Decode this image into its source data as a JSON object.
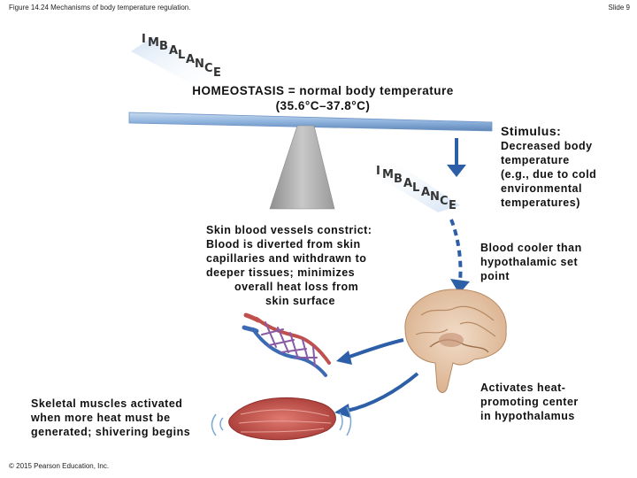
{
  "header": {
    "figure_title": "Figure 14.24 Mechanisms of body temperature regulation.",
    "slide_number": "Slide 9"
  },
  "imbalance_top": [
    "I",
    "M",
    "B",
    "A",
    "L",
    "A",
    "N",
    "C",
    "E"
  ],
  "imbalance_bottom": [
    "I",
    "M",
    "B",
    "A",
    "L",
    "A",
    "N",
    "C",
    "E"
  ],
  "homeostasis": {
    "line1": "HOMEOSTASIS = normal body temperature",
    "line2": "(35.6°C–37.8°C)"
  },
  "stimulus": {
    "title": "Stimulus:",
    "lines": [
      "Decreased body",
      "temperature",
      "(e.g., due to cold",
      "environmental",
      "temperatures)"
    ]
  },
  "receptor": {
    "lines": [
      "Blood cooler than",
      "hypothalamic set",
      "point"
    ]
  },
  "control": {
    "lines": [
      "Activates heat-",
      "promoting center",
      "in hypothalamus"
    ]
  },
  "vessels_effect": {
    "lines": [
      "Skin blood vessels constrict:",
      "Blood is diverted from skin",
      "capillaries and withdrawn to",
      "deeper tissues; minimizes",
      "overall heat loss from",
      "skin surface"
    ]
  },
  "muscles_effect": {
    "lines": [
      "Skeletal muscles activated",
      "when more heat must be",
      "generated; shivering begins"
    ]
  },
  "footer": {
    "copyright": "© 2015 Pearson Education, Inc."
  },
  "colors": {
    "arrow": "#2c5fa8",
    "beam": "#8fb3dd",
    "fulcrum": "#a8a8a8",
    "brain": "#e3c4a8",
    "muscle": "#c0504d"
  }
}
